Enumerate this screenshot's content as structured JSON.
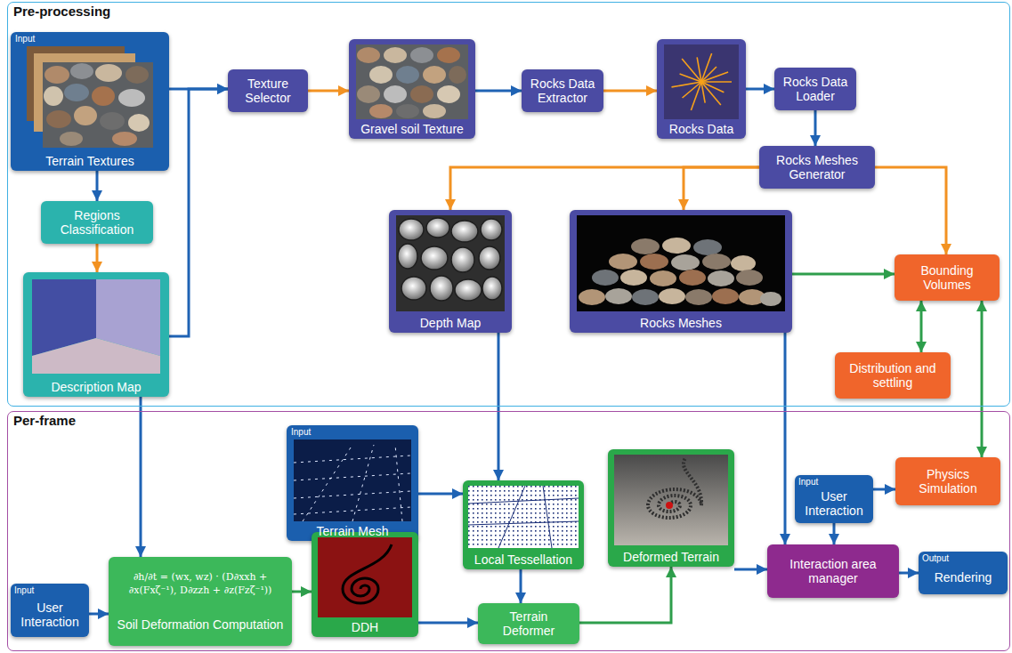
{
  "diagram": {
    "nodes": [
      {
        "text": [
          "Pre-processing"
        ]
      },
      {
        "text": [
          "Input",
          "Terrain Textures"
        ],
        "in": 0
      },
      {
        "text": [
          "Regions Classification"
        ],
        "in": 0
      },
      {
        "text": [
          "Description Map"
        ],
        "in": 0
      },
      {
        "text": [
          "Texture Selector"
        ],
        "in": 0
      },
      {
        "text": [
          "Gravel soil Texture"
        ],
        "in": 0
      },
      {
        "text": [
          "Rocks Data Extractor"
        ],
        "in": 0
      },
      {
        "text": [
          "Rocks Data"
        ],
        "in": 0
      },
      {
        "text": [
          "Rocks Data Loader"
        ],
        "in": 0
      },
      {
        "text": [
          "Rocks Meshes Generator"
        ],
        "in": 0
      },
      {
        "text": [
          "Depth Map"
        ],
        "in": 0
      },
      {
        "text": [
          "Rocks Meshes"
        ],
        "in": 0
      },
      {
        "text": [
          "Bounding Volumes"
        ],
        "in": 0
      },
      {
        "text": [
          "Distribution and settling"
        ],
        "in": 0
      },
      {
        "text": [
          "Per-frame"
        ]
      },
      {
        "text": [
          "Input",
          "Terrain Mesh"
        ],
        "in": 14
      },
      {
        "text": [
          "Local Tessellation"
        ],
        "in": 14
      },
      {
        "text": [
          "Deformed Terrain"
        ],
        "in": 14
      },
      {
        "text": [
          "Physics Simulation"
        ],
        "in": 14
      },
      {
        "text": [
          "Input",
          "User Interaction"
        ],
        "in": 14
      },
      {
        "text": [
          "Interaction area manager"
        ],
        "in": 14
      },
      {
        "text": [
          "Output",
          "Rendering"
        ],
        "in": 14
      },
      {
        "text": [
          "Input",
          "User Interaction"
        ],
        "in": 14
      },
      {
        "text": [
          "∂h/∂t = (wx, wz) · (D∂xxh + ∂x(Fxζ⁻¹), D∂zzh + ∂z(Fzζ⁻¹))",
          "Soil Deformation Computation"
        ],
        "in": 14
      },
      {
        "text": [
          "DDH"
        ],
        "in": 14
      },
      {
        "text": [
          "Terrain Deformer"
        ],
        "in": 14
      }
    ],
    "edges": [
      {
        "from": 1,
        "to": 4,
        "arrow": "to"
      },
      {
        "from": 3,
        "to": 4,
        "arrow": "to"
      },
      {
        "from": 1,
        "to": 2,
        "arrow": "to"
      },
      {
        "from": 2,
        "to": 3,
        "arrow": "to"
      },
      {
        "from": 4,
        "to": 5,
        "arrow": "to"
      },
      {
        "from": 5,
        "to": 6,
        "arrow": "to"
      },
      {
        "from": 6,
        "to": 7,
        "arrow": "to"
      },
      {
        "from": 7,
        "to": 8,
        "arrow": "to"
      },
      {
        "from": 8,
        "to": 9,
        "arrow": "to"
      },
      {
        "from": 9,
        "to": 10,
        "arrow": "to"
      },
      {
        "from": 9,
        "to": 11,
        "arrow": "to"
      },
      {
        "from": 9,
        "to": 12,
        "arrow": "to"
      },
      {
        "from": 11,
        "to": 12,
        "arrow": "to"
      },
      {
        "from": 12,
        "to": 13,
        "arrow": "both"
      },
      {
        "from": 12,
        "to": 18,
        "arrow": "both"
      },
      {
        "from": 3,
        "to": 23,
        "arrow": "to"
      },
      {
        "from": 10,
        "to": 16,
        "arrow": "to"
      },
      {
        "from": 15,
        "to": 16,
        "arrow": "to"
      },
      {
        "from": 16,
        "to": 25,
        "arrow": "to"
      },
      {
        "from": 22,
        "to": 23,
        "arrow": "to"
      },
      {
        "from": 23,
        "to": 24,
        "arrow": "to"
      },
      {
        "from": 24,
        "to": 25,
        "arrow": "to"
      },
      {
        "from": 25,
        "to": 17,
        "arrow": "to"
      },
      {
        "from": 17,
        "to": 20,
        "arrow": "to"
      },
      {
        "from": 11,
        "to": 20,
        "arrow": "to"
      },
      {
        "from": 19,
        "to": 18,
        "arrow": "to"
      },
      {
        "from": 19,
        "to": 20,
        "arrow": "to"
      },
      {
        "from": 20,
        "to": 21,
        "arrow": "to"
      }
    ]
  }
}
